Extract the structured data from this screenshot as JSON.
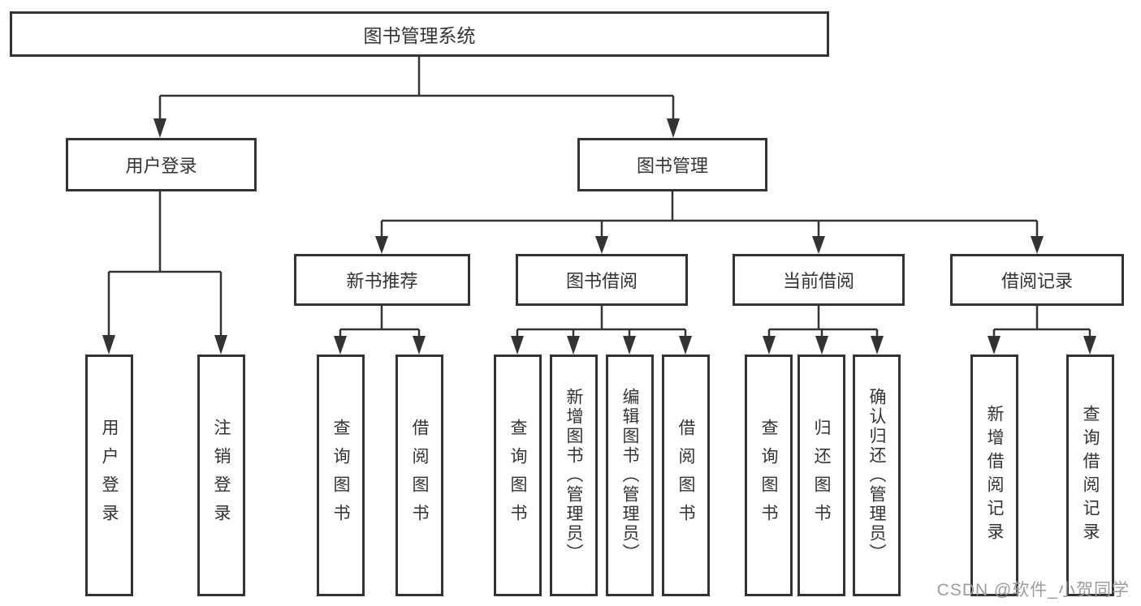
{
  "diagram": {
    "title": "图书管理系统",
    "level2": [
      {
        "label": "用户登录"
      },
      {
        "label": "图书管理"
      }
    ],
    "level3": [
      {
        "label": "新书推荐"
      },
      {
        "label": "图书借阅"
      },
      {
        "label": "当前借阅"
      },
      {
        "label": "借阅记录"
      }
    ],
    "leaves": [
      {
        "label": "用户登录"
      },
      {
        "label": "注销登录"
      },
      {
        "label": "查询图书"
      },
      {
        "label": "借阅图书"
      },
      {
        "label": "查询图书"
      },
      {
        "label": "新增图书（管理员）"
      },
      {
        "label": "编辑图书（管理员）"
      },
      {
        "label": "借阅图书"
      },
      {
        "label": "查询图书"
      },
      {
        "label": "归还图书"
      },
      {
        "label": "确认归还（管理员）"
      },
      {
        "label": "新增借阅记录"
      },
      {
        "label": "查询借阅记录"
      }
    ]
  },
  "watermark": "CSDN @软件_小贺同学",
  "colors": {
    "line": "#333333",
    "text": "#333333",
    "watermark": "#9c9c9c"
  }
}
